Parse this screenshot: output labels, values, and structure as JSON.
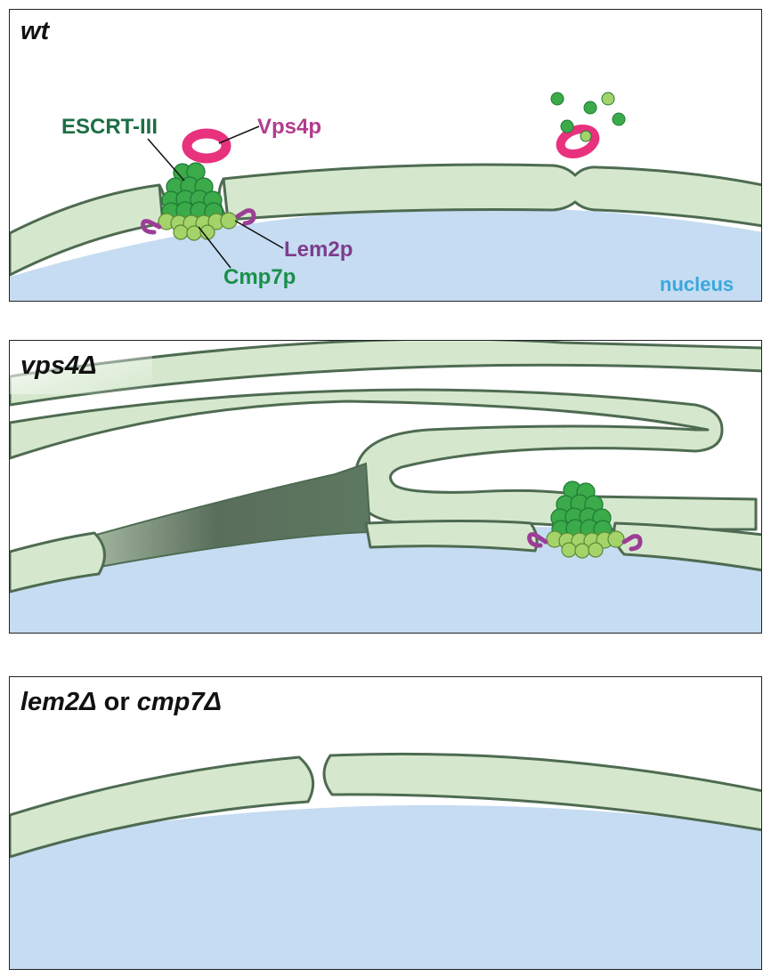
{
  "panels": {
    "wt": {
      "title": "wt",
      "labels": {
        "escrt": "ESCRT-III",
        "vps4p": "Vps4p",
        "lem2p": "Lem2p",
        "cmp7p": "Cmp7p",
        "nucleus": "nucleus"
      }
    },
    "vps4": {
      "title": "vps4Δ"
    },
    "lem2": {
      "title_part1": "lem2Δ",
      "title_or": " or ",
      "title_part2": "cmp7Δ"
    }
  },
  "colors": {
    "membrane_fill": "#d5e8cd",
    "membrane_stroke": "#4e6b52",
    "nucleus": "#c5dcf2",
    "escrt": "#3aaa4a",
    "cmp7": "#a4d36a",
    "vps4": "#e8327e",
    "lem2": "#9c3d96",
    "label_green": "#1a8f4a",
    "label_dark_green": "#1c6e44",
    "label_magenta": "#b33c8c",
    "label_purple": "#7d3c8c",
    "label_blue": "#3aa7dc"
  }
}
